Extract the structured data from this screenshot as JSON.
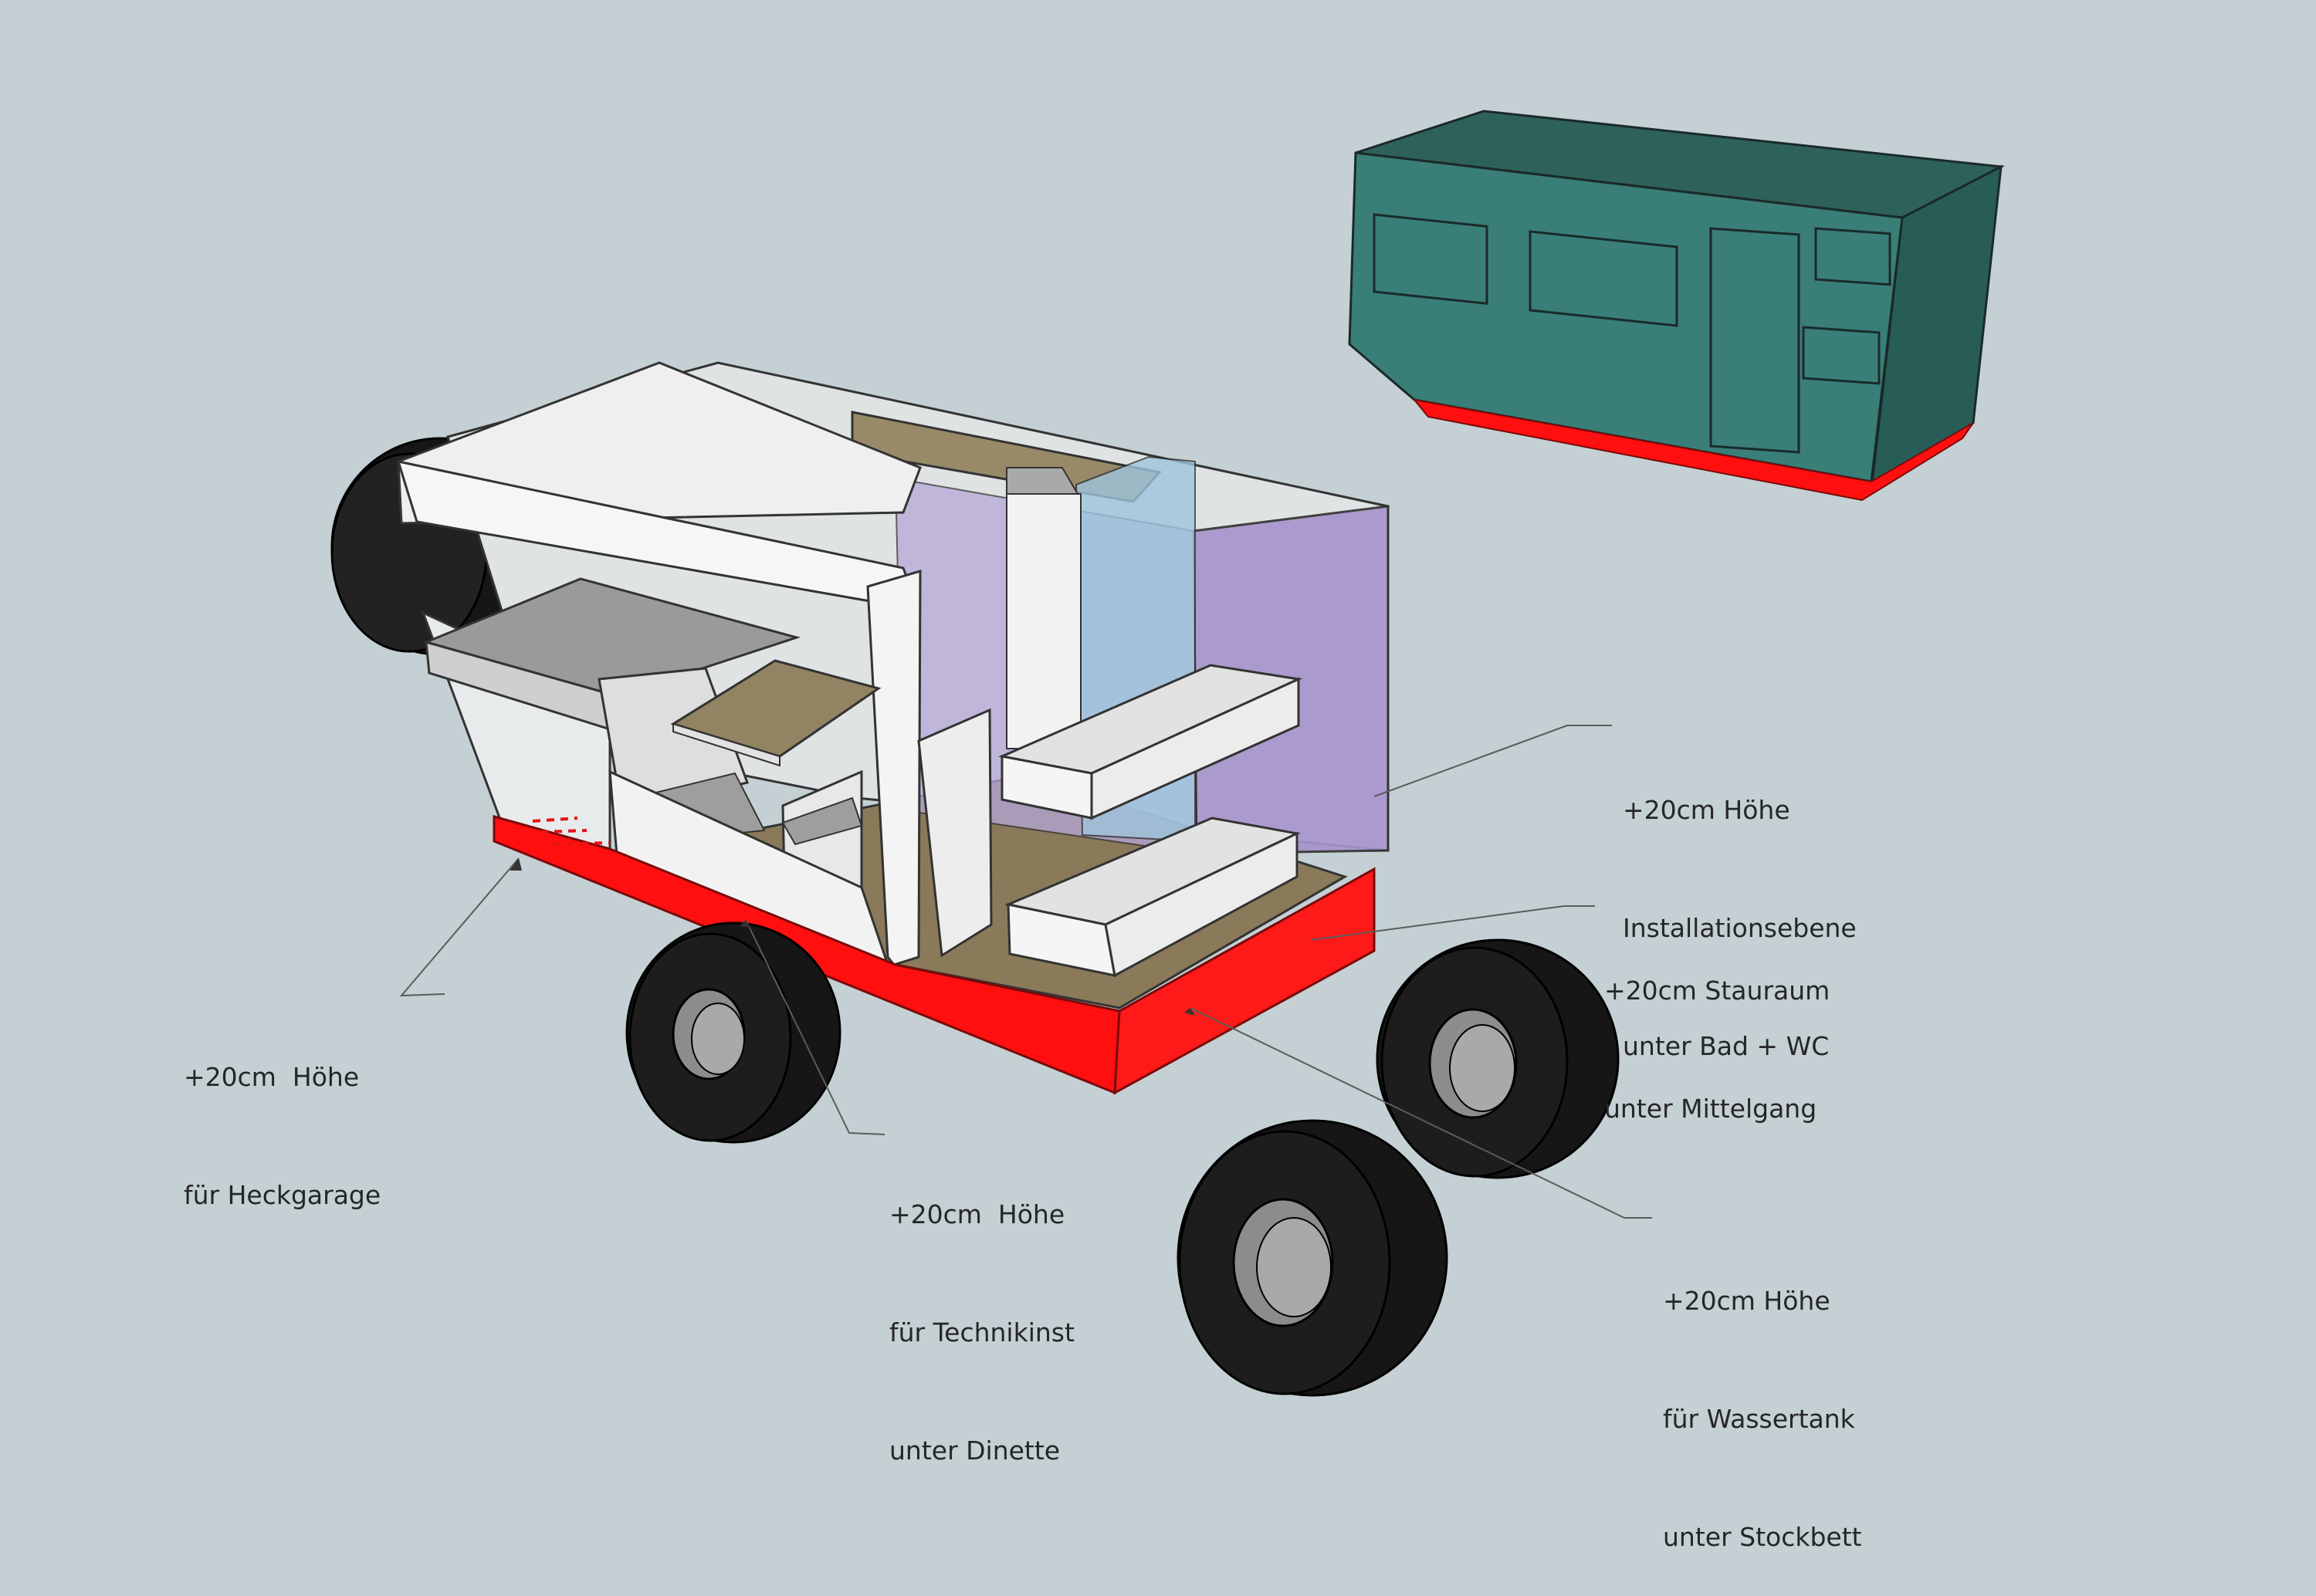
{
  "colors": {
    "background": "#c4d0d3",
    "raised_floor": "#ff0f0f",
    "body_teal": "#3a7e78",
    "body_teal_top": "#2f615b",
    "wood": "#8a7a5a",
    "bath_glass": "#9ec5dd",
    "wc_purple": "#ae9bd2",
    "tire": "#1d1d1d",
    "rim": "#8c8c8c",
    "leader_line": "#5c5c5c",
    "annotation_text": "#262626"
  },
  "annotations": {
    "bathroom": [
      "+20cm Höhe",
      "Installationsebene",
      "unter Bad + WC"
    ],
    "storage": [
      "+20cm Stauraum",
      "unter Mittelgang"
    ],
    "garage": [
      "+20cm  Höhe",
      "für Heckgarage"
    ],
    "dinette": [
      "+20cm  Höhe",
      "für Technikinst",
      "unter Dinette"
    ],
    "tank": [
      "+20cm Höhe",
      "für Wassertank",
      "unter Stockbett"
    ]
  }
}
